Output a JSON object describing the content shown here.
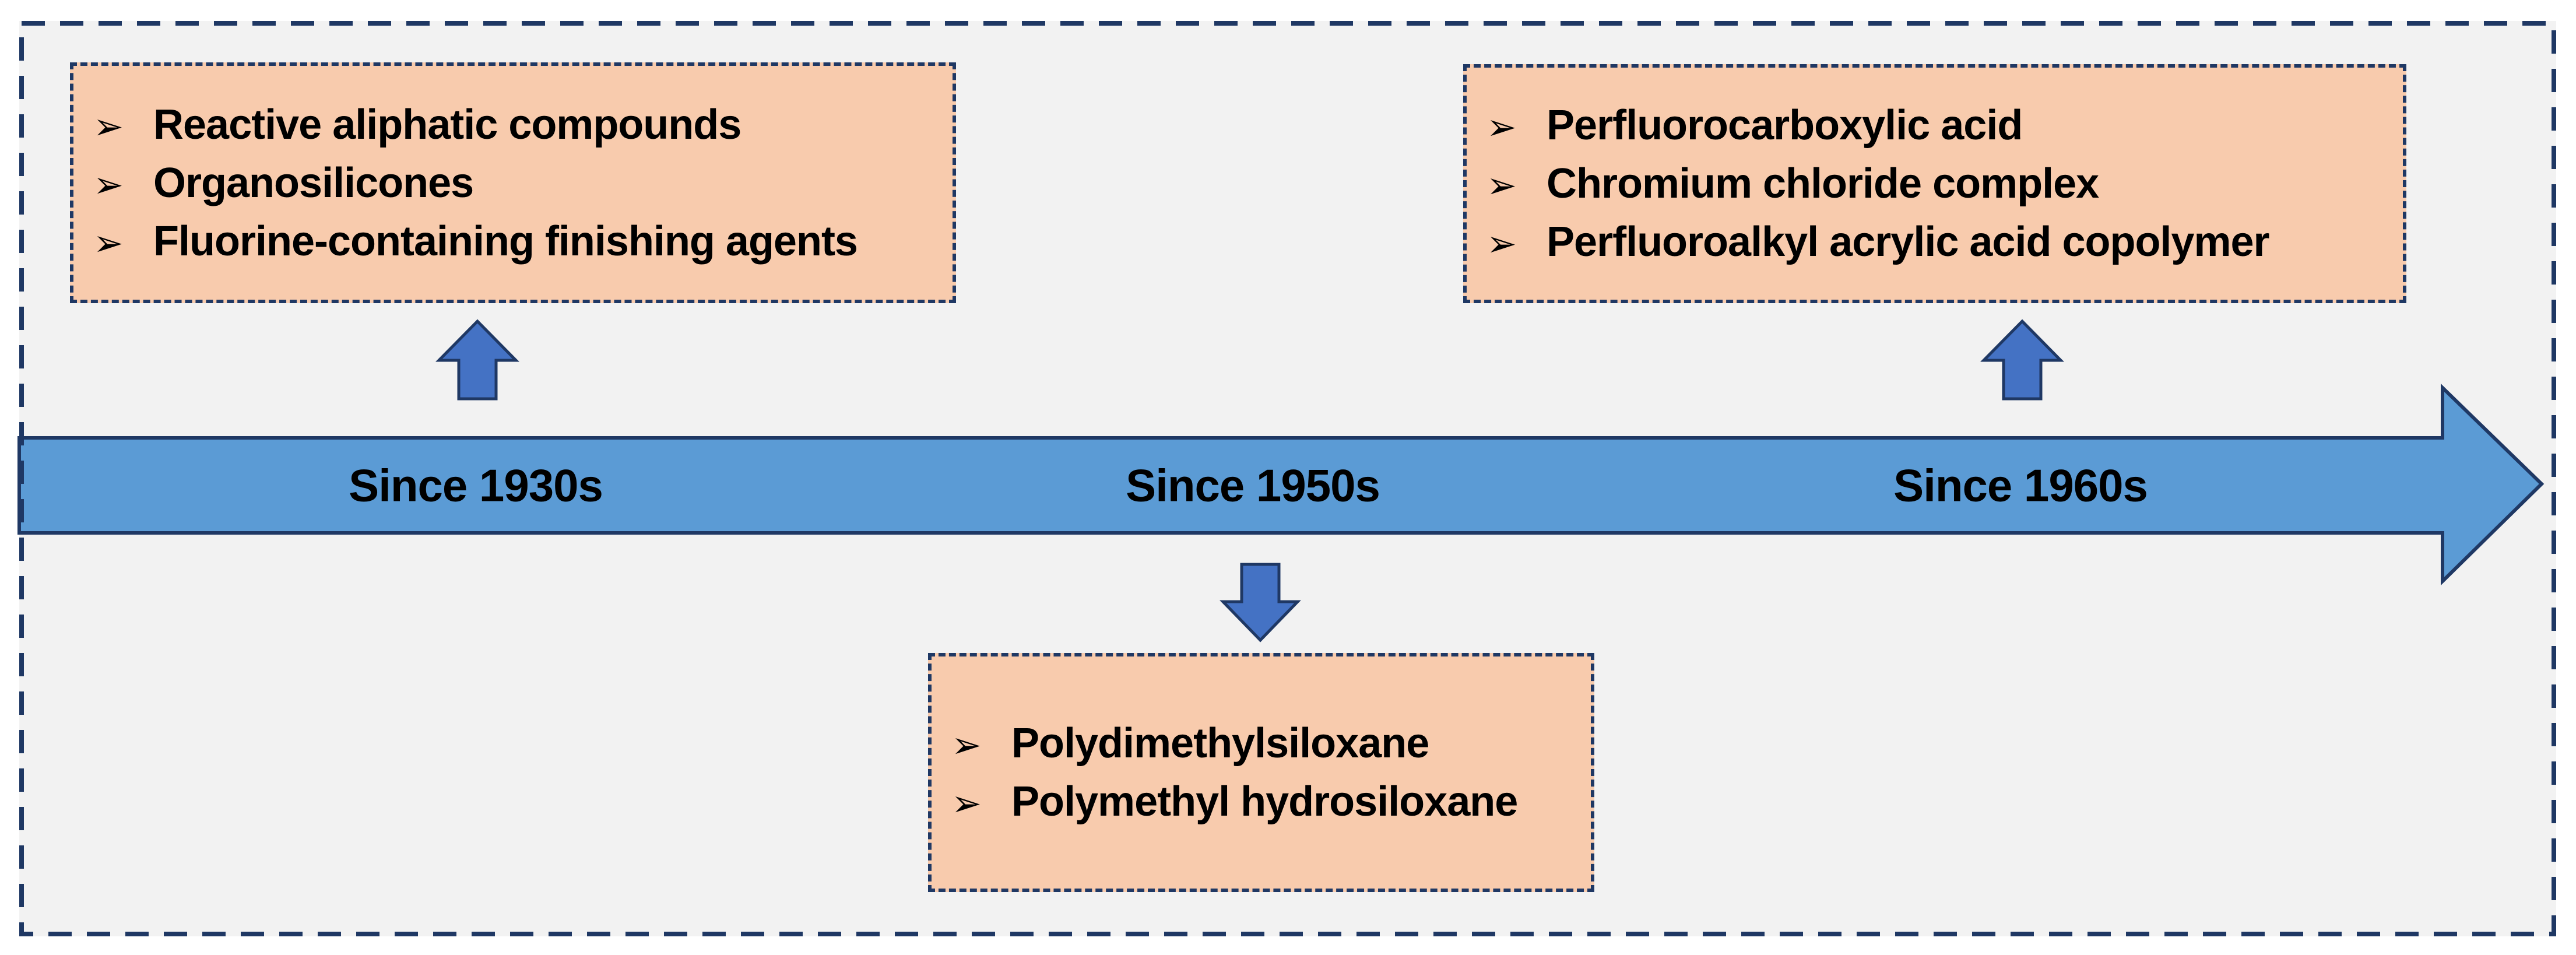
{
  "ui": {
    "bullet": "➢"
  },
  "colors": {
    "page_bg": "#FFFFFF",
    "canvas_bg": "#F2F2F2",
    "frame_border": "#1F3864",
    "box_fill": "#F8CBAD",
    "box_border": "#1F3864",
    "timeline_fill": "#5B9BD5",
    "timeline_border": "#1F3864",
    "connector_fill": "#4472C4",
    "connector_border": "#1F3864",
    "text": "#000000"
  },
  "timeline": {
    "labels": [
      "Since 1930s",
      "Since 1950s",
      "Since 1960s"
    ]
  },
  "boxes": {
    "era_1930s": {
      "items": [
        "Reactive aliphatic compounds",
        "Organosilicones",
        "Fluorine-containing finishing agents"
      ]
    },
    "era_1950s": {
      "items": [
        "Polydimethylsiloxane",
        "Polymethyl hydrosiloxane"
      ]
    },
    "era_1960s": {
      "items": [
        "Perfluorocarboxylic acid",
        "Chromium chloride complex",
        "Perfluoroalkyl acrylic acid copolymer"
      ]
    }
  }
}
